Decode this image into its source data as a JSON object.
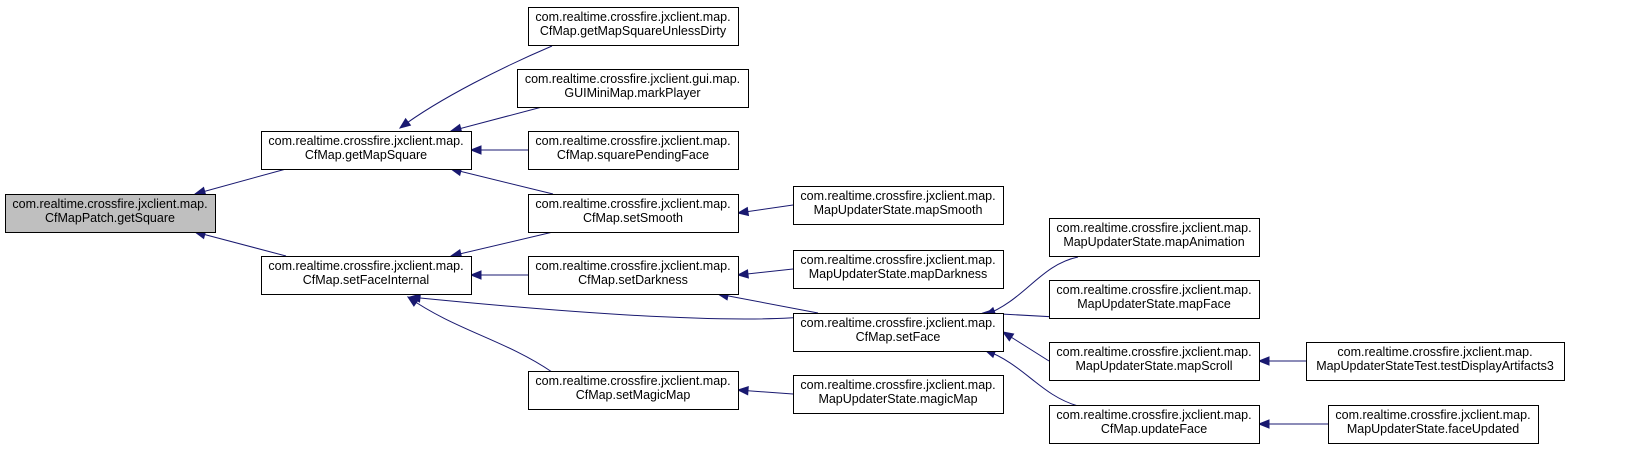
{
  "nodes": [
    {
      "id": "n0",
      "lines": [
        "com.realtime.crossfire.jxclient.map.",
        "CfMapPatch.getSquare"
      ],
      "root": true
    },
    {
      "id": "n1",
      "lines": [
        "com.realtime.crossfire.jxclient.map.",
        "CfMap.getMapSquare"
      ]
    },
    {
      "id": "n2",
      "lines": [
        "com.realtime.crossfire.jxclient.map.",
        "CfMap.setFaceInternal"
      ]
    },
    {
      "id": "n3",
      "lines": [
        "com.realtime.crossfire.jxclient.map.",
        "CfMap.getMapSquareUnlessDirty"
      ]
    },
    {
      "id": "n4",
      "lines": [
        "com.realtime.crossfire.jxclient.gui.map.",
        "GUIMiniMap.markPlayer"
      ]
    },
    {
      "id": "n5",
      "lines": [
        "com.realtime.crossfire.jxclient.map.",
        "CfMap.squarePendingFace"
      ]
    },
    {
      "id": "n6",
      "lines": [
        "com.realtime.crossfire.jxclient.map.",
        "CfMap.setSmooth"
      ]
    },
    {
      "id": "n7",
      "lines": [
        "com.realtime.crossfire.jxclient.map.",
        "CfMap.setDarkness"
      ]
    },
    {
      "id": "n8",
      "lines": [
        "com.realtime.crossfire.jxclient.map.",
        "CfMap.setMagicMap"
      ]
    },
    {
      "id": "n9",
      "lines": [
        "com.realtime.crossfire.jxclient.map.",
        "MapUpdaterState.mapSmooth"
      ]
    },
    {
      "id": "n10",
      "lines": [
        "com.realtime.crossfire.jxclient.map.",
        "MapUpdaterState.mapDarkness"
      ]
    },
    {
      "id": "n11",
      "lines": [
        "com.realtime.crossfire.jxclient.map.",
        "CfMap.setFace"
      ]
    },
    {
      "id": "n12",
      "lines": [
        "com.realtime.crossfire.jxclient.map.",
        "MapUpdaterState.magicMap"
      ]
    },
    {
      "id": "n13",
      "lines": [
        "com.realtime.crossfire.jxclient.map.",
        "MapUpdaterState.mapAnimation"
      ]
    },
    {
      "id": "n14",
      "lines": [
        "com.realtime.crossfire.jxclient.map.",
        "MapUpdaterState.mapFace"
      ]
    },
    {
      "id": "n15",
      "lines": [
        "com.realtime.crossfire.jxclient.map.",
        "MapUpdaterState.mapScroll"
      ]
    },
    {
      "id": "n16",
      "lines": [
        "com.realtime.crossfire.jxclient.map.",
        "CfMap.updateFace"
      ]
    },
    {
      "id": "n17",
      "lines": [
        "com.realtime.crossfire.jxclient.map.",
        "MapUpdaterStateTest.testDisplayArtifacts3"
      ]
    },
    {
      "id": "n18",
      "lines": [
        "com.realtime.crossfire.jxclient.map.",
        "MapUpdaterState.faceUpdated"
      ]
    }
  ],
  "edges": [
    {
      "from": "n1",
      "to": "n0"
    },
    {
      "from": "n2",
      "to": "n0"
    },
    {
      "from": "n3",
      "to": "n1"
    },
    {
      "from": "n4",
      "to": "n1"
    },
    {
      "from": "n5",
      "to": "n1"
    },
    {
      "from": "n6",
      "to": "n1"
    },
    {
      "from": "n6",
      "to": "n2"
    },
    {
      "from": "n7",
      "to": "n2"
    },
    {
      "from": "n11",
      "to": "n2"
    },
    {
      "from": "n8",
      "to": "n2"
    },
    {
      "from": "n9",
      "to": "n6"
    },
    {
      "from": "n10",
      "to": "n7"
    },
    {
      "from": "n11",
      "to": "n7"
    },
    {
      "from": "n12",
      "to": "n8"
    },
    {
      "from": "n13",
      "to": "n11"
    },
    {
      "from": "n14",
      "to": "n11"
    },
    {
      "from": "n15",
      "to": "n11"
    },
    {
      "from": "n16",
      "to": "n11"
    },
    {
      "from": "n17",
      "to": "n15"
    },
    {
      "from": "n18",
      "to": "n16"
    }
  ],
  "colors": {
    "edge": "#191970",
    "root_fill": "#bfbfbf",
    "node_fill": "#ffffff",
    "border": "#000000"
  }
}
